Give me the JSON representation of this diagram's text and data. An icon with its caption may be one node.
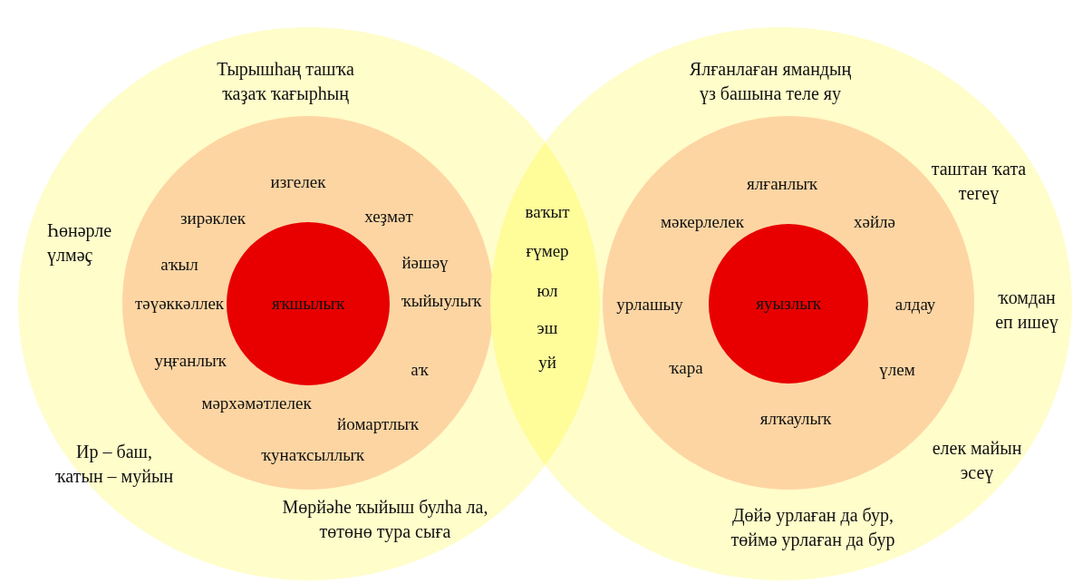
{
  "diagram": {
    "nodes": [
      {
        "text": [
          "Тырышһаң ташҡа ҡаҙаҡ ҡағырһың",
          "Һөнәрле үлмәҫ",
          "Ир – баш, ҡатын – муйын",
          "Мөрйәһе ҡыйыш булһа ла, төтөнө тура сыға"
        ]
      },
      {
        "text": [
          "изгелек",
          "зирәклек",
          "хеҙмәт",
          "аҡыл",
          "йәшәү",
          "тәүәккәллек",
          "ҡыйыулыҡ",
          "уңғанлыҡ",
          "аҡ",
          "мәрхәмәтлелек",
          "йомартлыҡ",
          "ҡунаҡсыллыҡ"
        ],
        "in": 0
      },
      {
        "text": [
          "яҡшылыҡ"
        ],
        "in": 1
      },
      {
        "text": [
          "Ялғанлаған ямандың үз башына теле яу",
          "таштан ҡата тегеү",
          "ҡомдан еп ишеү",
          "елек майын эсеү",
          "Дөйә урлаған да бур, төймә урлаған да бур"
        ]
      },
      {
        "text": [
          "ялғанлыҡ",
          "мәкерлелек",
          "хәйлә",
          "урлашыу",
          "алдау",
          "ҡара",
          "үлем",
          "ялҡаулыҡ"
        ],
        "in": 3
      },
      {
        "text": [
          "яуызлыҡ"
        ],
        "in": 4
      },
      {
        "text": [
          "ваҡыт",
          "ғүмер",
          "юл",
          "эш",
          "уй"
        ]
      }
    ]
  }
}
